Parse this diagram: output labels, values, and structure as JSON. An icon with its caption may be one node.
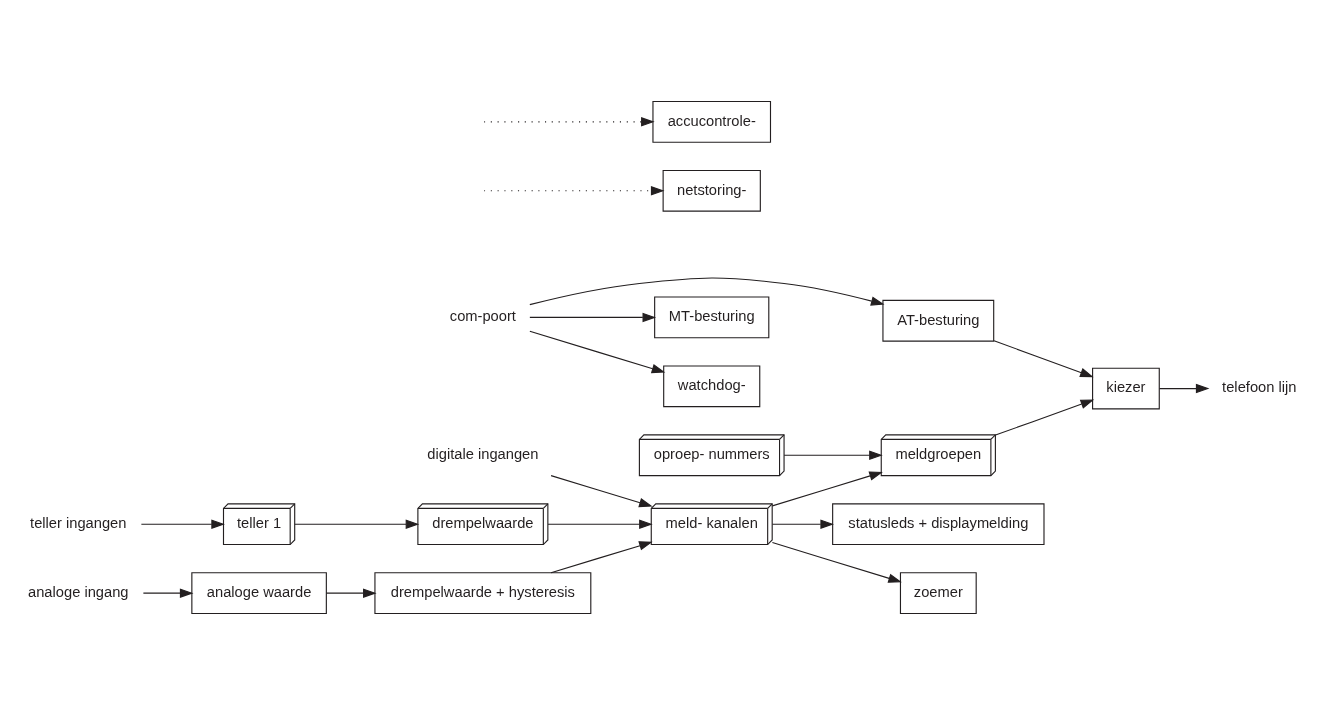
{
  "diagram": {
    "nodes": [
      {
        "text": [
          "com-poort"
        ]
      },
      {
        "text": [
          "AT-besturing"
        ]
      },
      {
        "text": [
          "MT-besturing"
        ]
      },
      {
        "text": [
          "watchdog-"
        ]
      },
      {
        "text": [
          "netstoring-"
        ]
      },
      {
        "text": [
          "accucontrole-"
        ]
      },
      {
        "text": [
          "meld- kanalen"
        ]
      },
      {
        "text": [
          "digitale ingangen"
        ]
      },
      {
        "text": [
          "oproep- nummers"
        ]
      },
      {
        "text": [
          "meldgroepen"
        ]
      },
      {
        "text": [
          "kiezer"
        ]
      },
      {
        "text": [
          "telefoon lijn"
        ]
      },
      {
        "text": [
          "statusleds + displaymelding"
        ]
      },
      {
        "text": [
          "zoemer"
        ]
      },
      {
        "text": [
          "teller ingangen"
        ]
      },
      {
        "text": [
          "teller 1"
        ]
      },
      {
        "text": [
          "drempelwaarde"
        ]
      },
      {
        "text": [
          "analoge ingang"
        ]
      },
      {
        "text": [
          "analoge waarde"
        ]
      },
      {
        "text": [
          "drempelwaarde + hysteresis"
        ]
      }
    ],
    "edges": [
      {
        "from": 0,
        "to": 1,
        "arrow": "to"
      },
      {
        "from": 0,
        "to": 2,
        "arrow": "to"
      },
      {
        "from": 0,
        "to": 3,
        "arrow": "to"
      },
      {
        "from": null,
        "to": 4,
        "arrow": "to",
        "style": "dashed"
      },
      {
        "from": null,
        "to": 5,
        "arrow": "to",
        "style": "dashed"
      },
      {
        "from": 7,
        "to": 6,
        "arrow": "to"
      },
      {
        "from": 16,
        "to": 6,
        "arrow": "to"
      },
      {
        "from": 19,
        "to": 6,
        "arrow": "to"
      },
      {
        "from": 6,
        "to": 9,
        "arrow": "to"
      },
      {
        "from": 6,
        "to": 12,
        "arrow": "to"
      },
      {
        "from": 6,
        "to": 13,
        "arrow": "to"
      },
      {
        "from": 8,
        "to": 9,
        "arrow": "to"
      },
      {
        "from": 1,
        "to": 10,
        "arrow": "to"
      },
      {
        "from": 9,
        "to": 10,
        "arrow": "to"
      },
      {
        "from": 10,
        "to": 11,
        "arrow": "to"
      },
      {
        "from": 14,
        "to": 15,
        "arrow": "to"
      },
      {
        "from": 15,
        "to": 16,
        "arrow": "to"
      },
      {
        "from": 17,
        "to": 18,
        "arrow": "to"
      },
      {
        "from": 18,
        "to": 19,
        "arrow": "to"
      }
    ]
  }
}
